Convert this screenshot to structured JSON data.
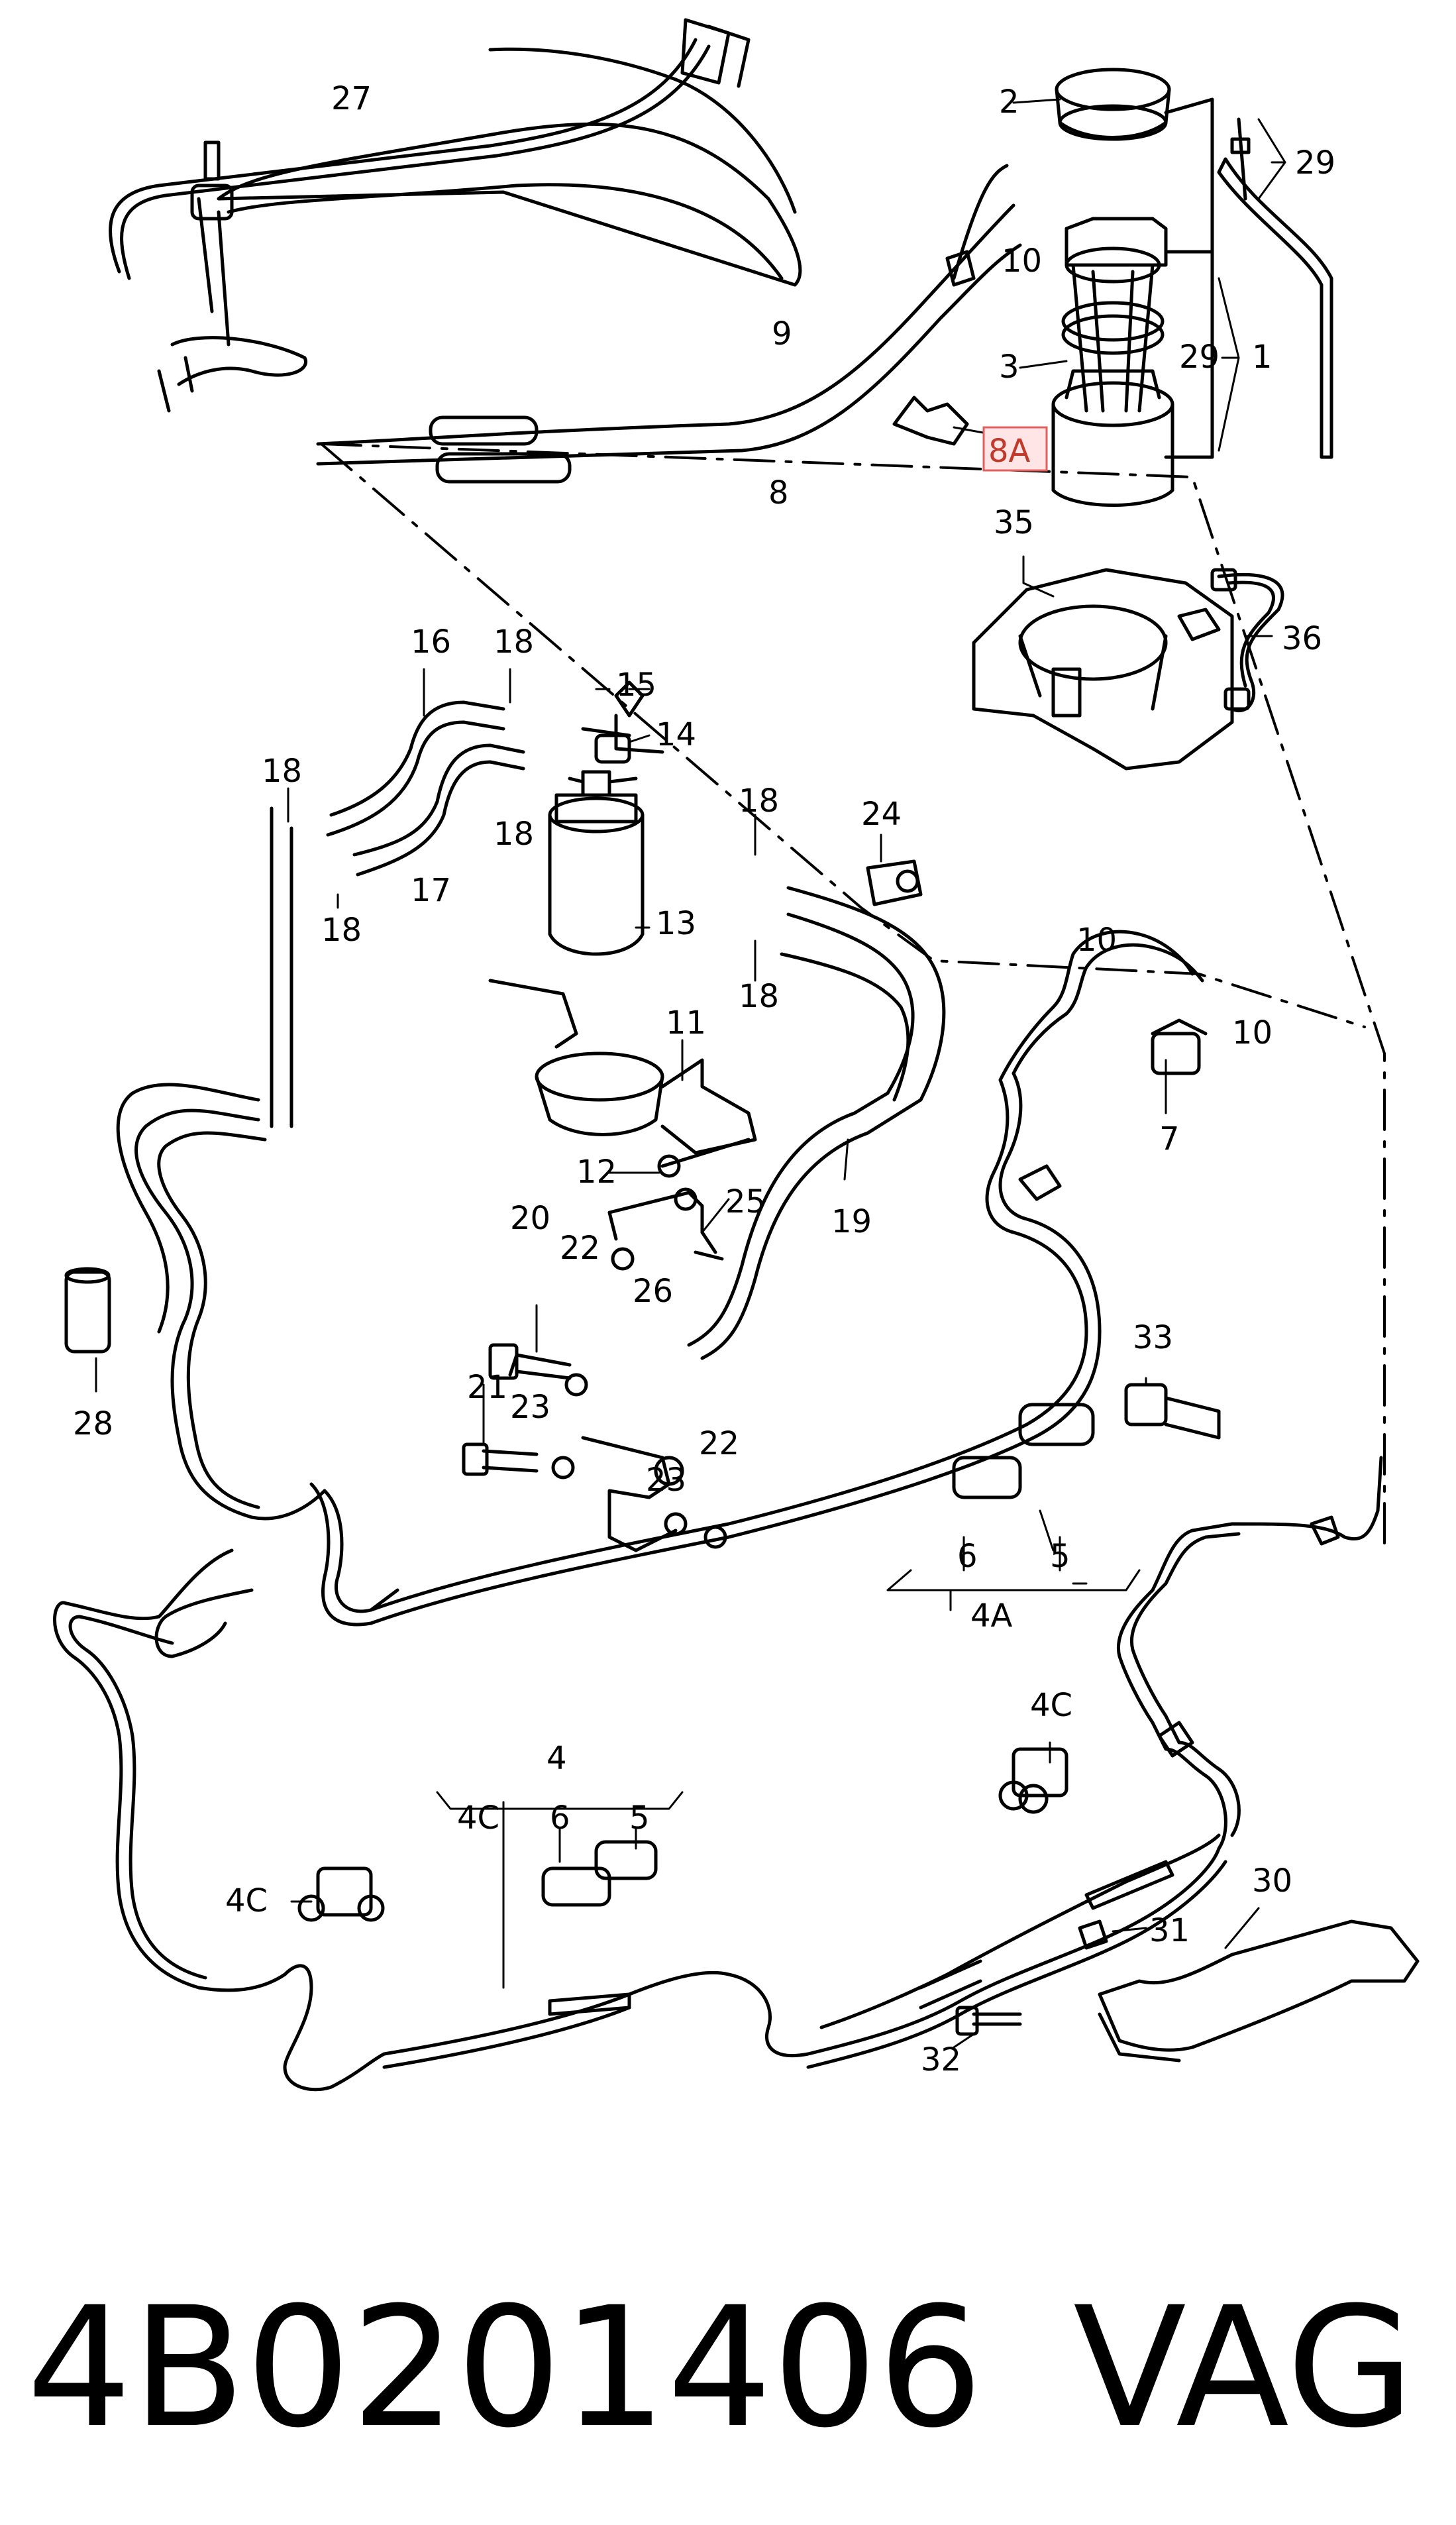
{
  "diagram": {
    "callouts": {
      "p1": "1",
      "p2": "2",
      "p3": "3",
      "p4": "4",
      "p4A": "4A",
      "p4C_left": "4C",
      "p4C_center": "4C",
      "p4C_right": "4C",
      "p5_top": "5",
      "p5_bottom": "5",
      "p6_top": "6",
      "p6_bottom": "6",
      "p7": "7",
      "p8": "8",
      "p8A": "8A",
      "p9": "9",
      "p10_a": "10",
      "p10_b": "10",
      "p10_c": "10",
      "p11": "11",
      "p12": "12",
      "p13": "13",
      "p14": "14",
      "p15": "15",
      "p16": "16",
      "p17": "17",
      "p18_a": "18",
      "p18_b": "18",
      "p18_c": "18",
      "p18_d": "18",
      "p18_e": "18",
      "p18_f": "18",
      "p19": "19",
      "p20": "20",
      "p21": "21",
      "p22_a": "22",
      "p22_b": "22",
      "p23_a": "23",
      "p23_b": "23",
      "p24": "24",
      "p25": "25",
      "p26": "26",
      "p27": "27",
      "p28": "28",
      "p29_a": "29",
      "p29_b": "29",
      "p30": "30",
      "p31": "31",
      "p32": "32",
      "p33": "33",
      "p35": "35",
      "p36": "36"
    },
    "highlight_color": "#e06060"
  },
  "footer": {
    "part_number": "4B0201406",
    "brand": "VAG"
  }
}
